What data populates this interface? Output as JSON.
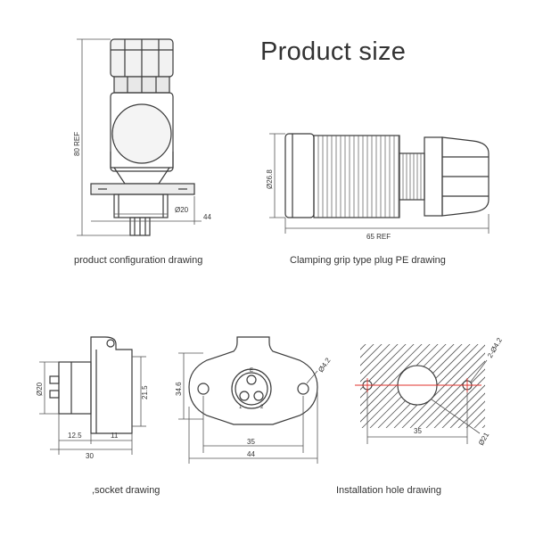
{
  "page": {
    "title": "Product size"
  },
  "drawings": {
    "configuration": {
      "caption": "product configuration drawing",
      "dims": {
        "height": "80 REF",
        "dia": "Ø20",
        "width": "44"
      }
    },
    "plug": {
      "caption": "Clamping grip type plug PE drawing",
      "dims": {
        "dia": "Ø26.8",
        "length": "65 REF"
      }
    },
    "socket_side": {
      "caption": ",socket drawing",
      "dims": {
        "dia": "Ø20",
        "height": "21.5",
        "a": "12.5",
        "b": "11",
        "total": "30"
      }
    },
    "socket_front": {
      "dims": {
        "height": "34.6",
        "hole": "Ø4.2",
        "pitch": "35",
        "width": "44"
      },
      "pins": [
        "E",
        "1",
        "2"
      ]
    },
    "install": {
      "caption": "Installation hole drawing",
      "dims": {
        "holes": "2-Ø4.2",
        "pitch": "35",
        "dia": "Ø21"
      }
    }
  },
  "colors": {
    "line": "#3a3a3a",
    "center_line": "#e0312b",
    "hatch": "#555555"
  }
}
